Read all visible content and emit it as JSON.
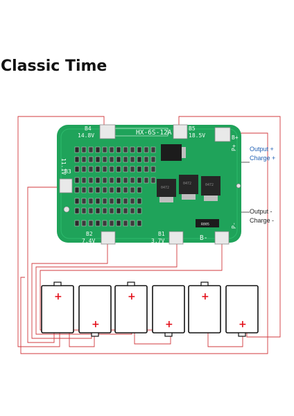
{
  "brand": {
    "title": "Classic Time"
  },
  "board": {
    "model": "HX-6S-12A",
    "pads": {
      "b4": {
        "name": "B4",
        "voltage": "14.8V"
      },
      "b5": {
        "name": "B5",
        "voltage": "18.5V"
      },
      "b3": {
        "name": "B3",
        "voltage": "11.1V"
      },
      "b2": {
        "name": "B2",
        "voltage": "7.4V"
      },
      "b1": {
        "name": "B1",
        "voltage": "3.7V"
      },
      "bplus": "B+",
      "bminus": "B-",
      "pplus": "P+",
      "pminus": "P-"
    },
    "chips": {
      "mosfet_a": "0472",
      "mosfet_b": "0472",
      "mosfet_c": "0472",
      "resistor": "R005"
    }
  },
  "labels": {
    "output_plus": "Output +",
    "charge_plus": "Charge +",
    "output_minus": "Output -",
    "charge_minus": "Charge -"
  },
  "battery": {
    "plus_mark": "+"
  },
  "colors": {
    "pcb": "#1fa35a",
    "wire": "#d2383c",
    "accent_text": "#1f5fb3",
    "plus_mark": "#e3111b"
  }
}
